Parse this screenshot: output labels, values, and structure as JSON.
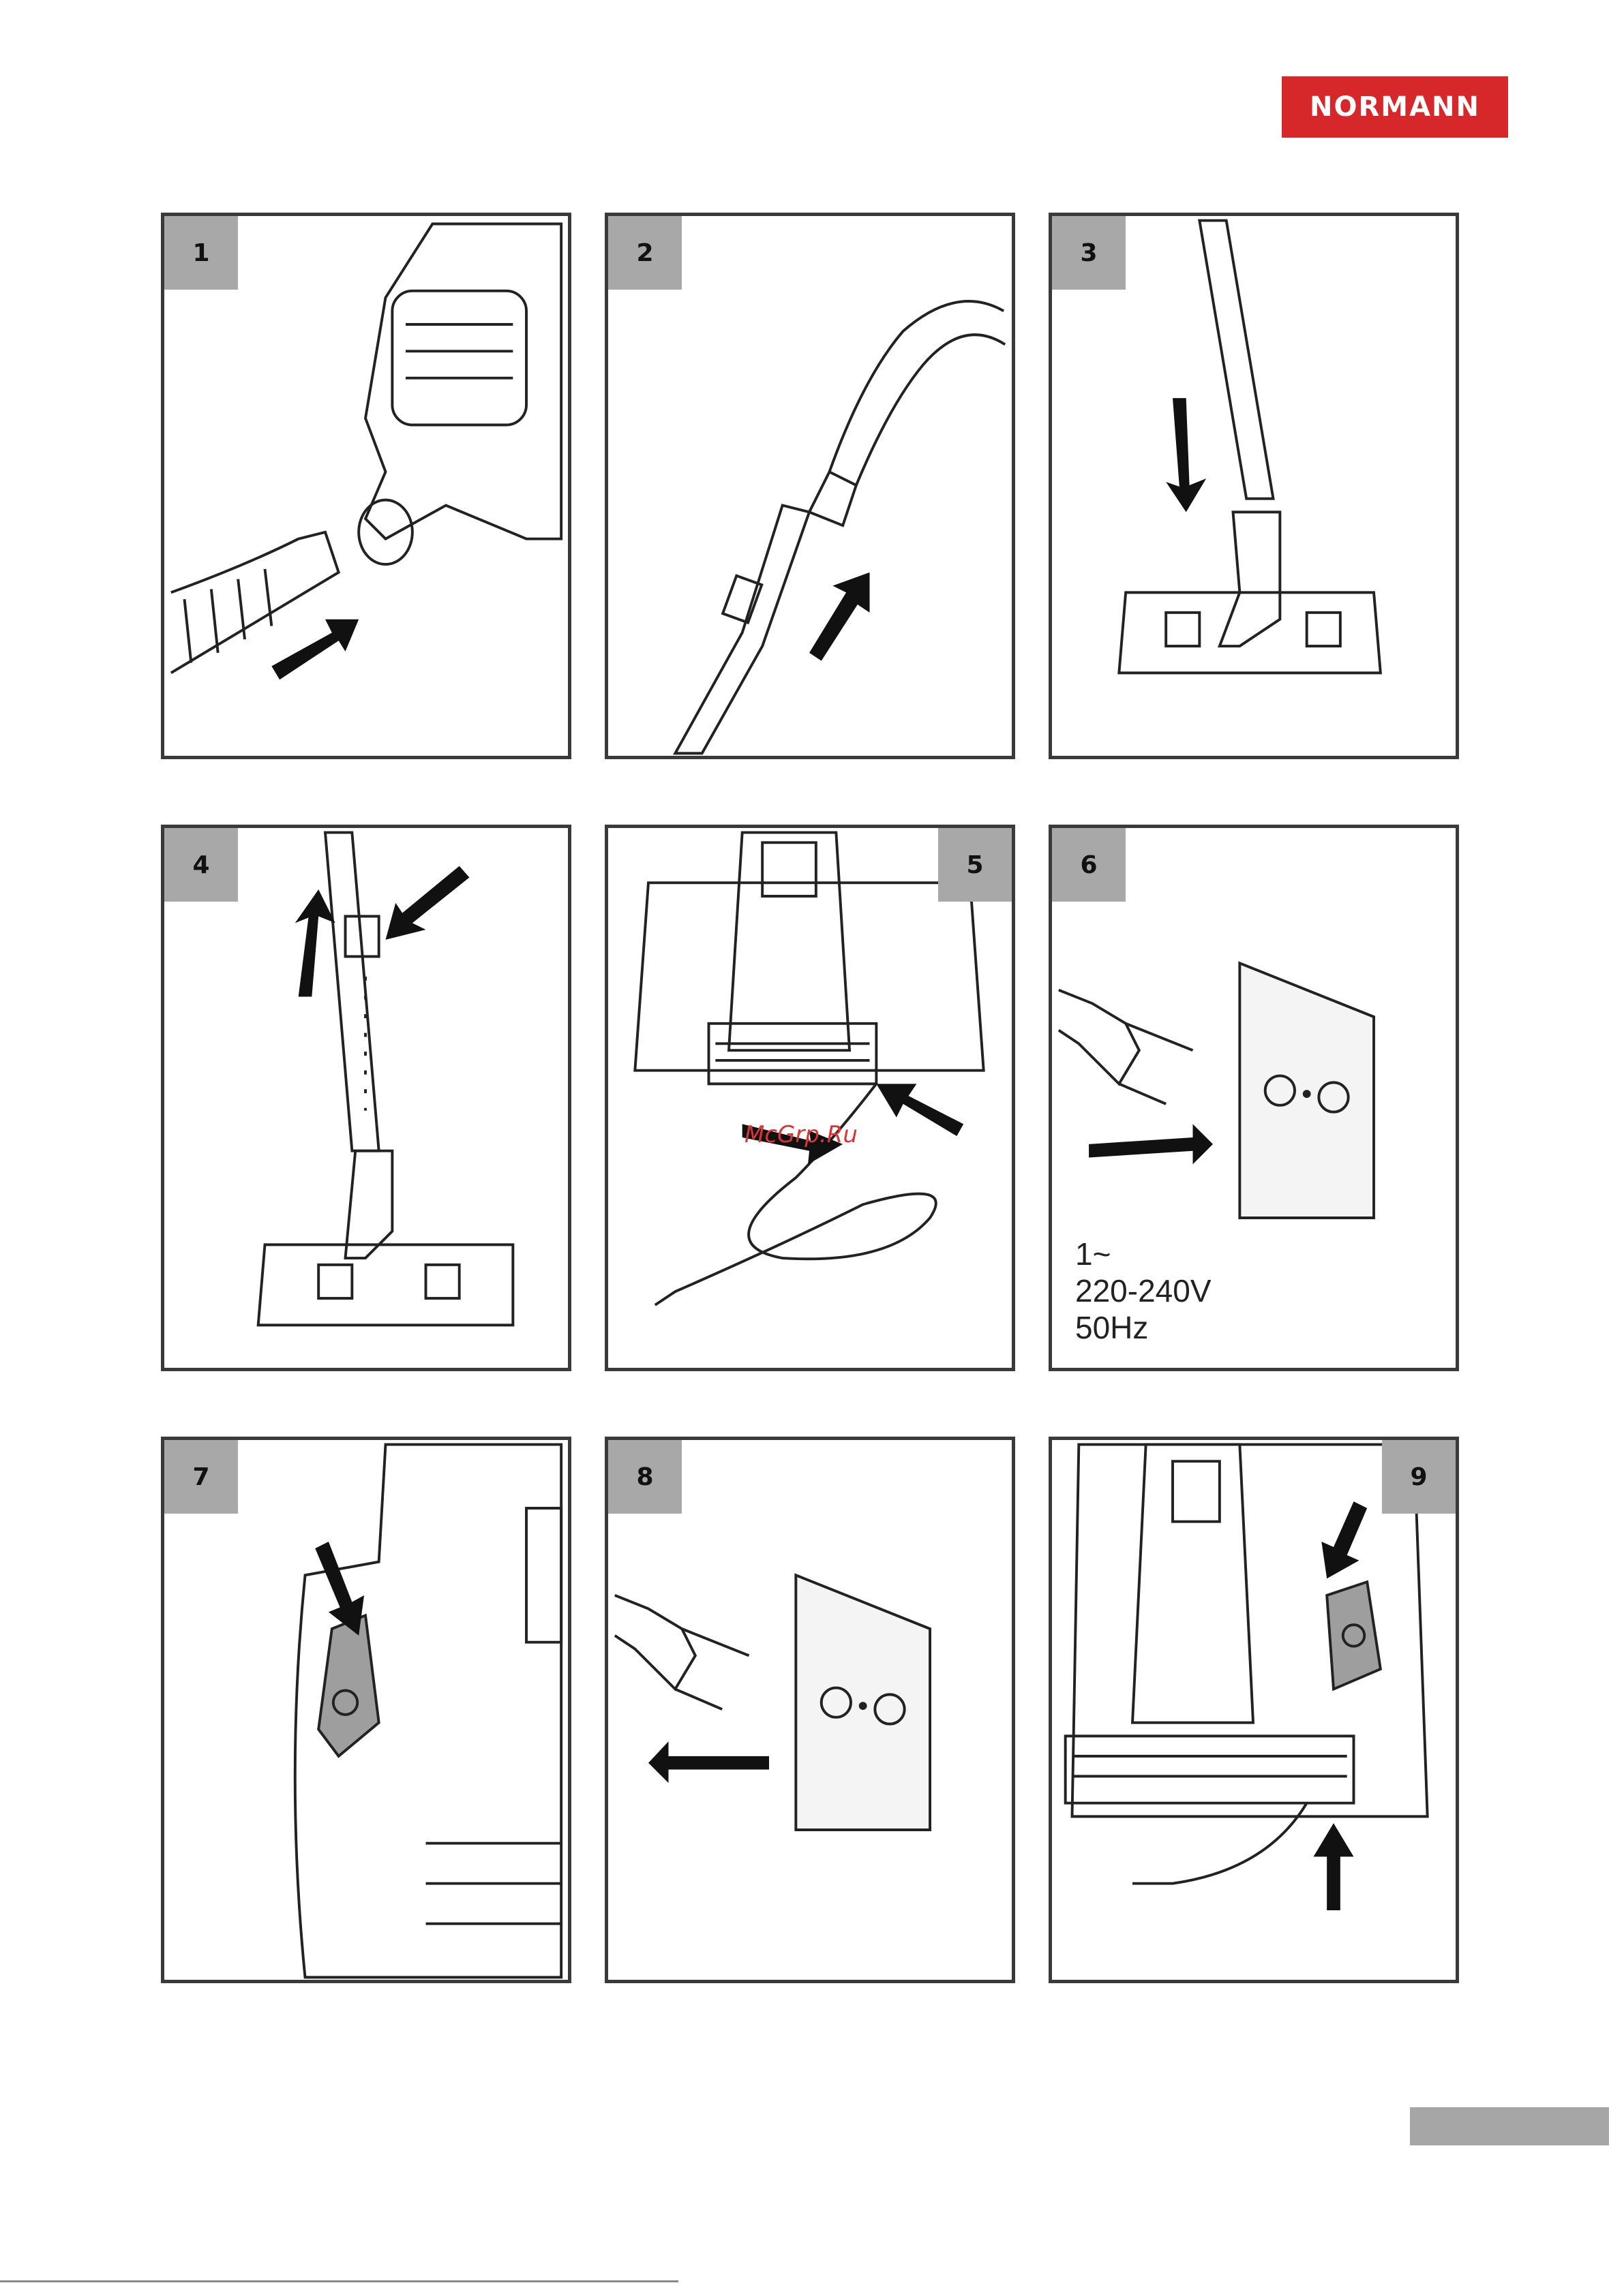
{
  "brand": {
    "logo_text": "NORMANN",
    "color": "#d6282b"
  },
  "panels": [
    {
      "number": "1",
      "icon": "hose-connect-to-body"
    },
    {
      "number": "2",
      "icon": "connect-hose-to-tube"
    },
    {
      "number": "3",
      "icon": "attach-floor-brush"
    },
    {
      "number": "4",
      "icon": "adjust-tube-length"
    },
    {
      "number": "5",
      "icon": "pull-out-power-cord"
    },
    {
      "number": "6",
      "icon": "plug-into-socket"
    },
    {
      "number": "7",
      "icon": "press-power-button"
    },
    {
      "number": "8",
      "icon": "unplug-from-socket"
    },
    {
      "number": "9",
      "icon": "press-cord-rewind-button"
    }
  ],
  "power_spec": {
    "phase": "1~",
    "voltage": "220-240V",
    "frequency": "50Hz"
  },
  "watermark": "McGrp.Ru",
  "colors": {
    "panel_border": "#3a3a3a",
    "number_tab": "#a8a8a8",
    "page_tab": "#a6a6a6"
  }
}
